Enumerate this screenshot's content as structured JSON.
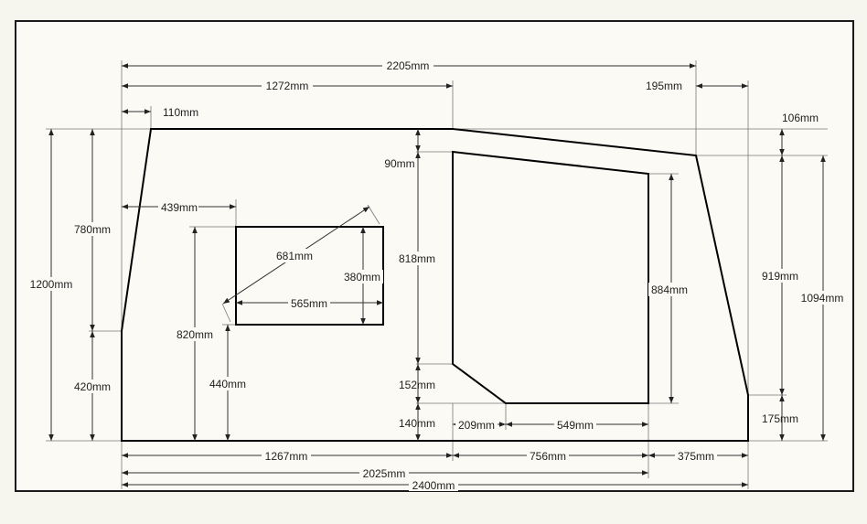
{
  "labels": {
    "d2205": "2205mm",
    "d1272": "1272mm",
    "d195": "195mm",
    "d110": "110mm",
    "d106": "106mm",
    "d90": "90mm",
    "d780": "780mm",
    "d1200": "1200mm",
    "d439": "439mm",
    "d681": "681mm",
    "d380": "380mm",
    "d565": "565mm",
    "d818": "818mm",
    "d884": "884mm",
    "d919": "919mm",
    "d1094": "1094mm",
    "d820": "820mm",
    "d420": "420mm",
    "d440": "440mm",
    "d152": "152mm",
    "d140": "140mm",
    "d209": "209mm",
    "d549": "549mm",
    "d175": "175mm",
    "d1267": "1267mm",
    "d756": "756mm",
    "d375": "375mm",
    "d2025": "2025mm",
    "d2400": "2400mm"
  }
}
